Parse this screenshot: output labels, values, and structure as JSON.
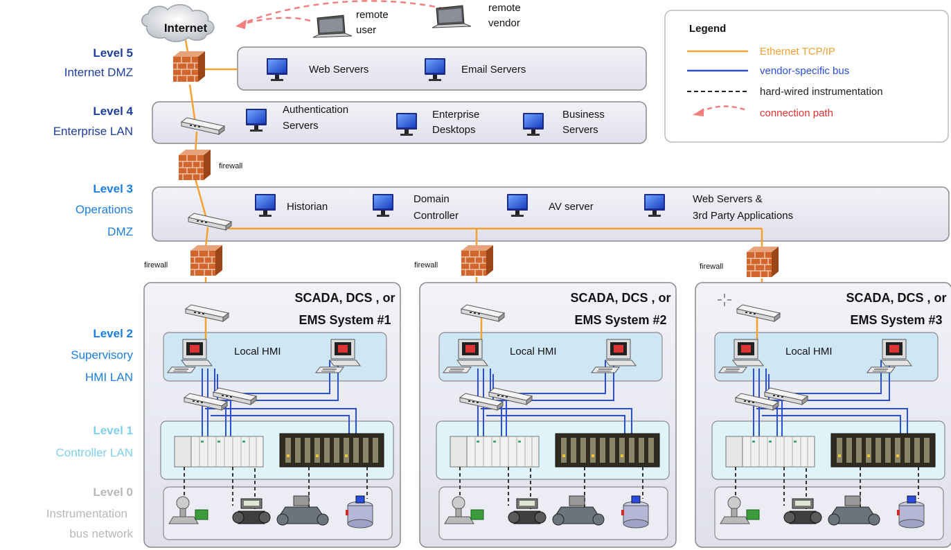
{
  "internet": "Internet",
  "remote_user": [
    "remote",
    "user"
  ],
  "remote_vendor": [
    "remote",
    "vendor"
  ],
  "levels": [
    {
      "num": "Level 5",
      "name": [
        "Internet DMZ"
      ]
    },
    {
      "num": "Level 4",
      "name": [
        "Enterprise LAN"
      ]
    },
    {
      "num": "Level 3",
      "name": [
        "Operations",
        "DMZ"
      ]
    },
    {
      "num": "Level 2",
      "name": [
        "Supervisory",
        "HMI LAN"
      ]
    },
    {
      "num": "Level 1",
      "name": [
        "Controller LAN"
      ]
    },
    {
      "num": "Level 0",
      "name": [
        "Instrumentation",
        "bus network"
      ]
    }
  ],
  "level_colors": [
    "#1e3e9c",
    "#1e3e9c",
    "#1a7fe0",
    "#1a7fe0",
    "#7fd0ee",
    "#b8b8b8"
  ],
  "level5_servers": [
    [
      "Web Servers"
    ],
    [
      "Email Servers"
    ]
  ],
  "level4_servers": [
    [
      "Authentication",
      "Servers"
    ],
    [
      "Enterprise",
      "Desktops"
    ],
    [
      "Business",
      "Servers"
    ]
  ],
  "level3_servers": [
    [
      "Historian"
    ],
    [
      "Domain",
      "Controller"
    ],
    [
      "AV server"
    ],
    [
      "Web Servers &",
      "3rd Party Applications"
    ]
  ],
  "firewall_label": "firewall",
  "local_hmi": "Local HMI",
  "systems": [
    [
      "SCADA, DCS , or",
      "EMS System #1"
    ],
    [
      "SCADA, DCS , or",
      "EMS System #2"
    ],
    [
      "SCADA, DCS , or",
      "EMS System #3"
    ]
  ],
  "legend": {
    "title": "Legend",
    "items": [
      {
        "style": "ethernet",
        "label": "Ethernet TCP/IP",
        "color": "#f5a030"
      },
      {
        "style": "vendor",
        "label": "vendor-specific bus",
        "color": "#2a4de0"
      },
      {
        "style": "hardwired",
        "label": "hard-wired instrumentation",
        "color": "#222222"
      },
      {
        "style": "path",
        "label": "connection path",
        "color": "#f08080"
      }
    ]
  },
  "colors": {
    "ethernet": "#f5a030",
    "vendor_bus": "#2a4de0",
    "panel_fill": "#e8e9f3",
    "hmi_fill": "#cfe6f5",
    "controller_fill": "#dff3f8",
    "brick": "#d0652e"
  }
}
